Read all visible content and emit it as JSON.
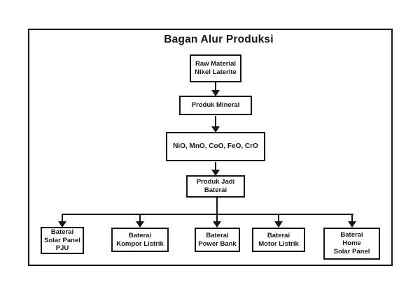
{
  "title": "Bagan Alur Produksi",
  "chain": [
    {
      "id": "raw-material",
      "label": "Raw Material\nNikel Laterite"
    },
    {
      "id": "produk-mineral",
      "label": "Produk Mineral"
    },
    {
      "id": "mineral-oxides",
      "label": "NiO, MnO, CoO, FeO, CrO"
    },
    {
      "id": "produk-jadi-baterai",
      "label": "Produk Jadi\nBaterai"
    }
  ],
  "products": [
    {
      "label": "Baterai\nSolar Panel\nPJU"
    },
    {
      "label": "Baterai\nKompor Listrik"
    },
    {
      "label": "Baterai\nPower Bank"
    },
    {
      "label": "Baterai\nMotor Listrik"
    },
    {
      "label": "Baterai\nHome\nSolar Panel"
    }
  ],
  "colors": {
    "line": "#161616",
    "text": "#161616",
    "background": "#ffffff"
  }
}
